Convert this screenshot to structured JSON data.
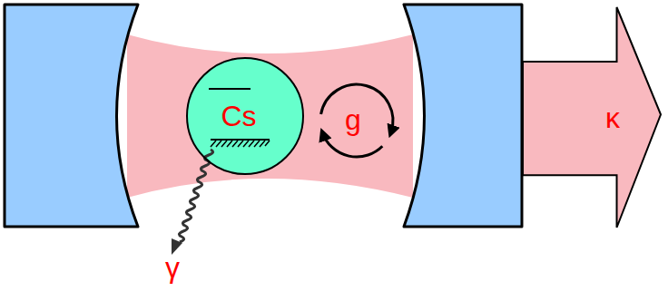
{
  "diagram": {
    "nodes": [
      {
        "text": [
          "Cs"
        ]
      },
      {
        "text": [
          "κ"
        ]
      }
    ],
    "labels": [
      "g",
      "γ"
    ]
  }
}
